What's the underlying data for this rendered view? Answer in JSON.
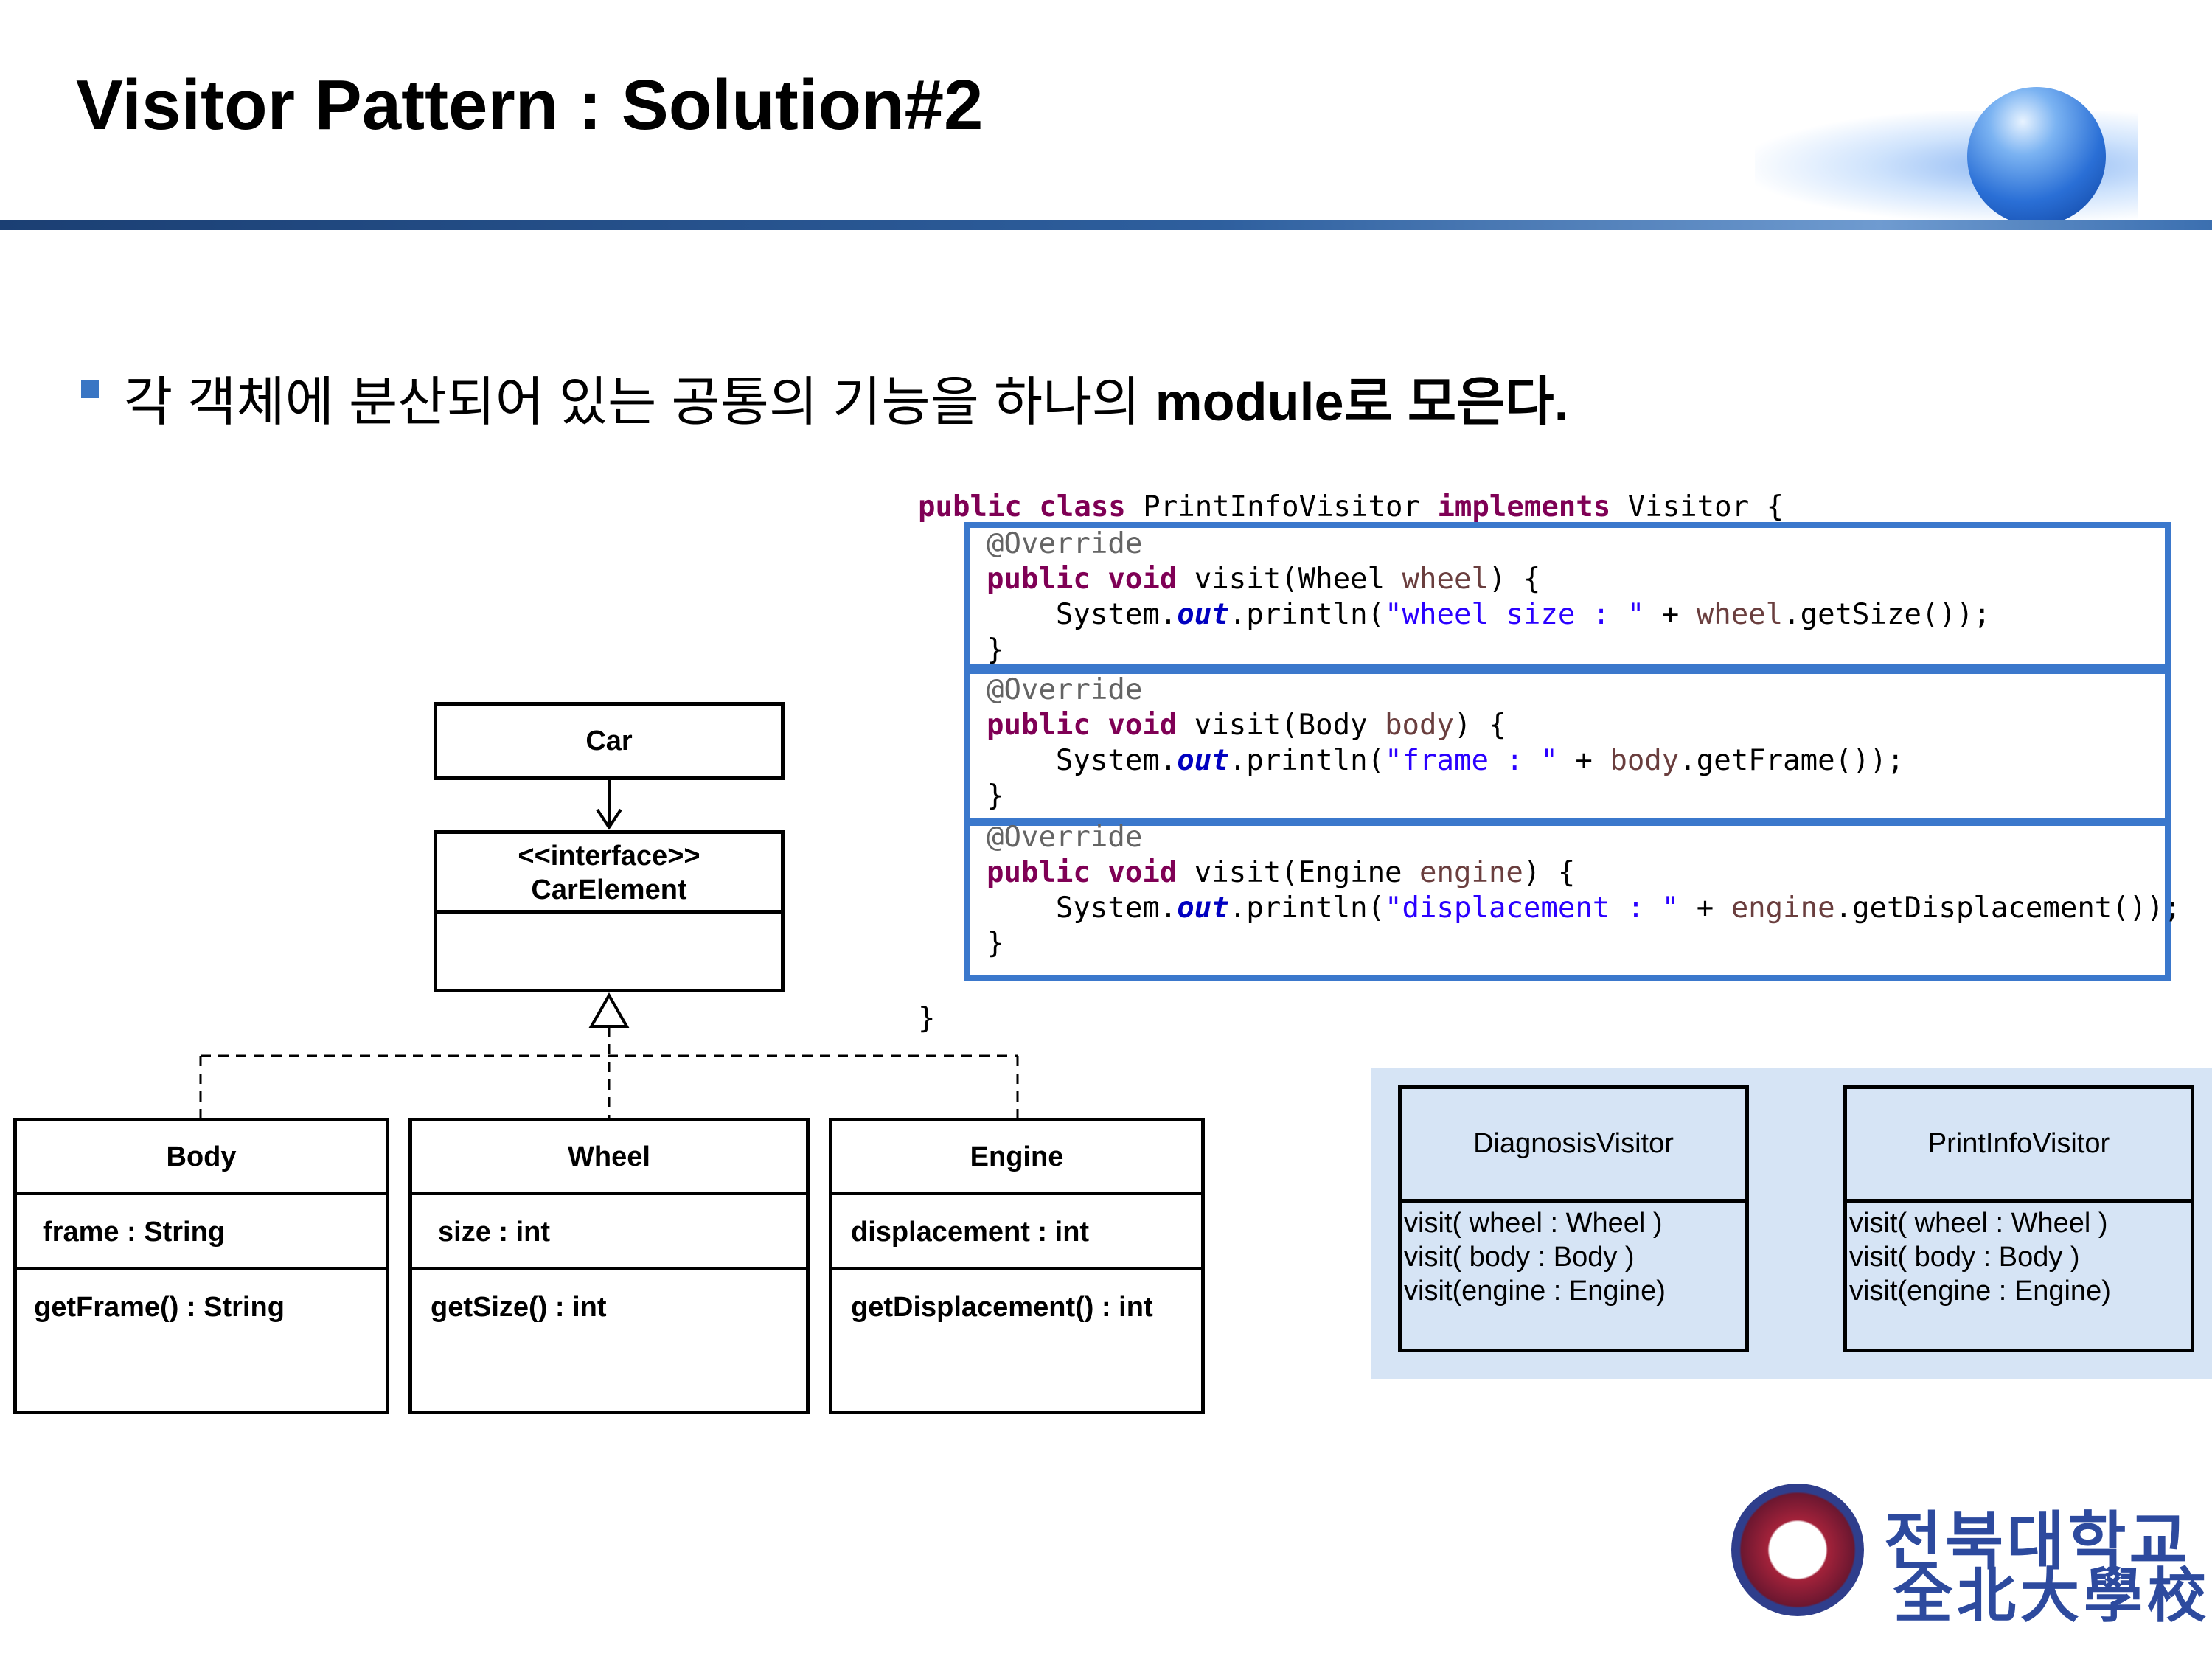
{
  "title": "Visitor Pattern : Solution#2",
  "bullet": {
    "text_before": "각 객체에 분산되어 있는 공통의 기능을 하나의 ",
    "text_bold": "module",
    "text_after": "로 모은다."
  },
  "code": {
    "class_line": {
      "kw1": "public",
      "kw2": "class",
      "name": "PrintInfoVisitor",
      "kw3": "implements",
      "iface": "Visitor {"
    },
    "methods": [
      {
        "annotation": "@Override",
        "kw1": "public",
        "kw2": "void",
        "signature_start": "visit(Wheel ",
        "param": "wheel",
        "signature_end": ") {",
        "print_start": "System.",
        "field": "out",
        "print_mid": ".println(",
        "string": "\"wheel size : \"",
        "plus": " + ",
        "arg_var": "wheel",
        "arg_call": ".getSize());",
        "close": "}"
      },
      {
        "annotation": "@Override",
        "kw1": "public",
        "kw2": "void",
        "signature_start": "visit(Body ",
        "param": "body",
        "signature_end": ") {",
        "print_start": "System.",
        "field": "out",
        "print_mid": ".println(",
        "string": "\"frame : \"",
        "plus": " + ",
        "arg_var": "body",
        "arg_call": ".getFrame());",
        "close": "}"
      },
      {
        "annotation": "@Override",
        "kw1": "public",
        "kw2": "void",
        "signature_start": "visit(Engine ",
        "param": "engine",
        "signature_end": ") {",
        "print_start": "System.",
        "field": "out",
        "print_mid": ".println(",
        "string": "\"displacement : \"",
        "plus": " + ",
        "arg_var": "engine",
        "arg_call": ".getDisplacement());",
        "close": "}"
      }
    ],
    "class_close": "}"
  },
  "uml": {
    "car": "Car",
    "car_element_stereotype": "<<interface>>",
    "car_element_name": "CarElement",
    "classes": [
      {
        "name": "Body",
        "attribute": "frame : String",
        "operation": "getFrame() : String"
      },
      {
        "name": "Wheel",
        "attribute": "size : int",
        "operation": "getSize() : int"
      },
      {
        "name": "Engine",
        "attribute": "displacement : int",
        "operation": "getDisplacement() : int"
      }
    ]
  },
  "visitors": [
    {
      "name": "DiagnosisVisitor",
      "ops": [
        "visit( wheel : Wheel )",
        "visit( body : Body )",
        "visit(engine : Engine)"
      ]
    },
    {
      "name": "PrintInfoVisitor",
      "ops": [
        "visit( wheel : Wheel )",
        "visit( body : Body )",
        "visit(engine : Engine)"
      ]
    }
  ],
  "logo": {
    "line1": "전북대학교",
    "line2": "全北大學校"
  },
  "colors": {
    "accent_blue": "#3b78cc",
    "keyword": "#7f0055",
    "string": "#2a00ff",
    "panel_bg": "#d6e4f5",
    "logo_blue": "#2d4a9e"
  }
}
